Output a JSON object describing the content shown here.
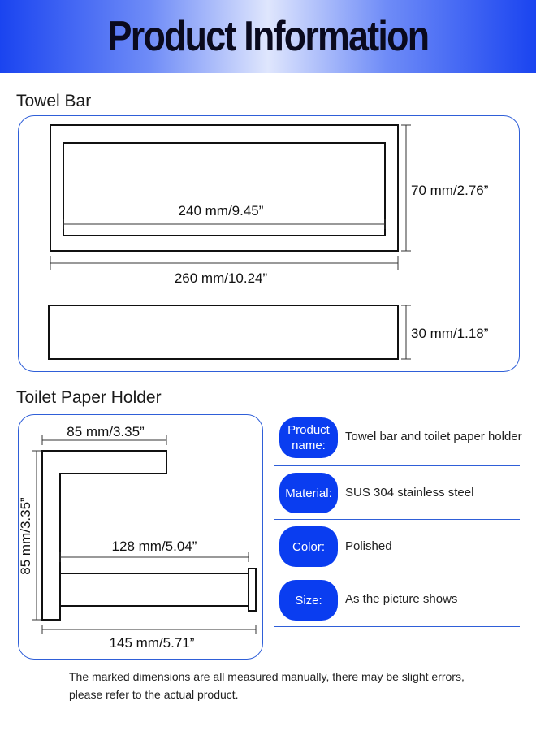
{
  "header": {
    "title": "Product Information"
  },
  "towel_bar": {
    "title": "Towel Bar",
    "dims": {
      "inner_length": "240 mm/9.45”",
      "outer_length": "260 mm/10.24”",
      "height": "70 mm/2.76”",
      "depth": "30 mm/1.18”"
    }
  },
  "paper_holder": {
    "title": "Toilet Paper Holder",
    "dims": {
      "top_arm": "85 mm/3.35”",
      "height": "85 mm/3.35”",
      "bar_length": "128 mm/5.04”",
      "total_length": "145 mm/5.71”"
    }
  },
  "specs": [
    {
      "label": "Product\nname:",
      "value": "Towel bar and toilet paper holder"
    },
    {
      "label": "Material:",
      "value": "SUS 304 stainless steel"
    },
    {
      "label": "Color:",
      "value": "Polished"
    },
    {
      "label": "Size:",
      "value": "As the picture shows"
    }
  ],
  "footer_note": "The marked dimensions are all measured manually, there may be slight errors, please refer to the actual product.",
  "colors": {
    "accent": "#0a3df0",
    "border": "#2f5fd8",
    "header_edge": "#1a44f0"
  }
}
